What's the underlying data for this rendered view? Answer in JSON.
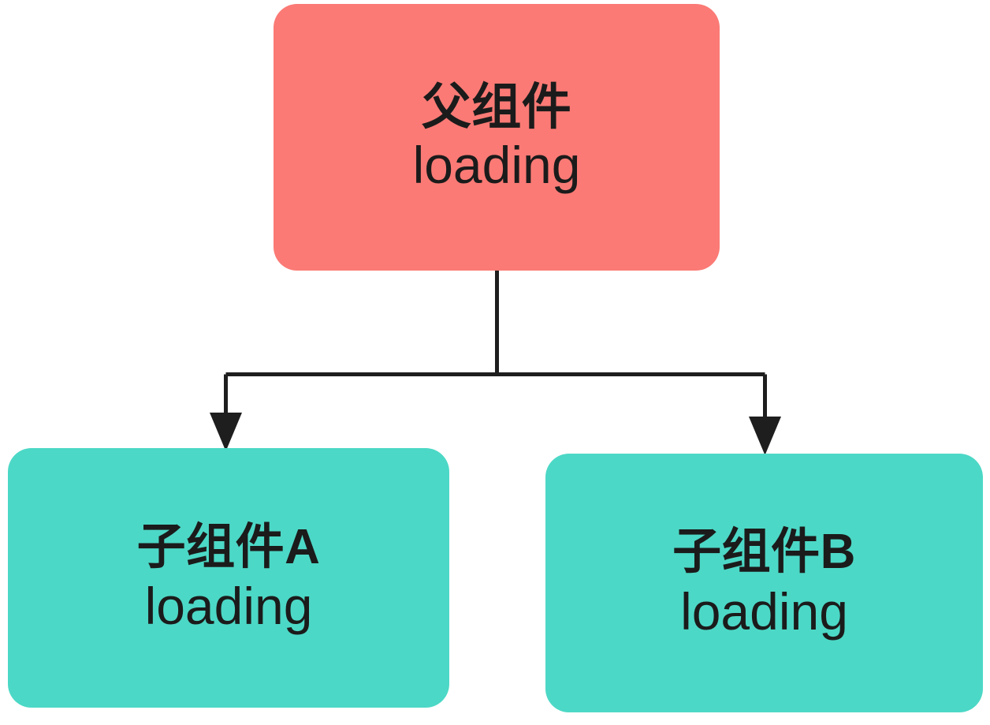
{
  "diagram": {
    "type": "component-tree",
    "background_color": "#ffffff",
    "edge_color": "#1e1e1e",
    "edge_width": 5,
    "nodes": [
      {
        "id": "parent",
        "role": "parent",
        "title": "父组件",
        "subtitle": "loading",
        "color": "#fb7a75",
        "text_color": "#1b1b1b"
      },
      {
        "id": "child-a",
        "role": "child",
        "title": "子组件A",
        "subtitle": "loading",
        "color": "#4cd8c6",
        "text_color": "#1b1b1b"
      },
      {
        "id": "child-b",
        "role": "child",
        "title": "子组件B",
        "subtitle": "loading",
        "color": "#4cd8c6",
        "text_color": "#1b1b1b"
      }
    ],
    "edges": [
      {
        "from": "parent",
        "to": "child-a",
        "arrow": "triangle",
        "style": "orthogonal"
      },
      {
        "from": "parent",
        "to": "child-b",
        "arrow": "triangle",
        "style": "orthogonal"
      }
    ]
  }
}
